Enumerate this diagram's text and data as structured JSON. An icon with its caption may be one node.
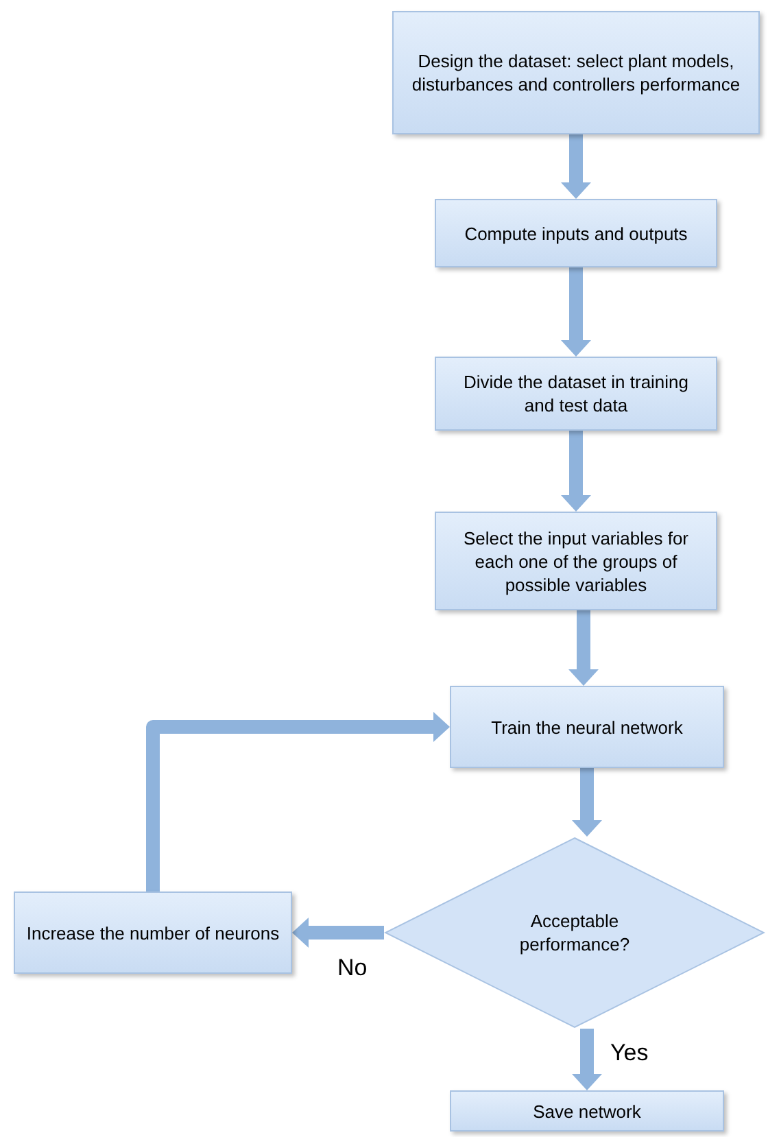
{
  "diagram": {
    "nodes": [
      {
        "text": [
          "Design the dataset: select plant models, disturbances and controllers performance"
        ]
      },
      {
        "text": [
          "Compute inputs and outputs"
        ]
      },
      {
        "text": [
          "Divide the dataset in training and test data"
        ]
      },
      {
        "text": [
          "Select the input variables for each one of the groups of possible variables"
        ]
      },
      {
        "text": [
          "Train the neural network"
        ]
      },
      {
        "text": [
          "Acceptable performance?"
        ]
      },
      {
        "text": [
          "Increase the number of neurons"
        ]
      },
      {
        "text": [
          "Save network"
        ]
      }
    ],
    "edges": [
      {
        "from": 0,
        "to": 1,
        "arrow": "to"
      },
      {
        "from": 1,
        "to": 2,
        "arrow": "to"
      },
      {
        "from": 2,
        "to": 3,
        "arrow": "to"
      },
      {
        "from": 3,
        "to": 4,
        "arrow": "to"
      },
      {
        "from": 4,
        "to": 5,
        "arrow": "to"
      },
      {
        "from": 5,
        "to": 6,
        "arrow": "to",
        "label": "No"
      },
      {
        "from": 5,
        "to": 7,
        "arrow": "to",
        "label": "Yes"
      },
      {
        "from": 6,
        "to": 4,
        "arrow": "to"
      }
    ]
  }
}
